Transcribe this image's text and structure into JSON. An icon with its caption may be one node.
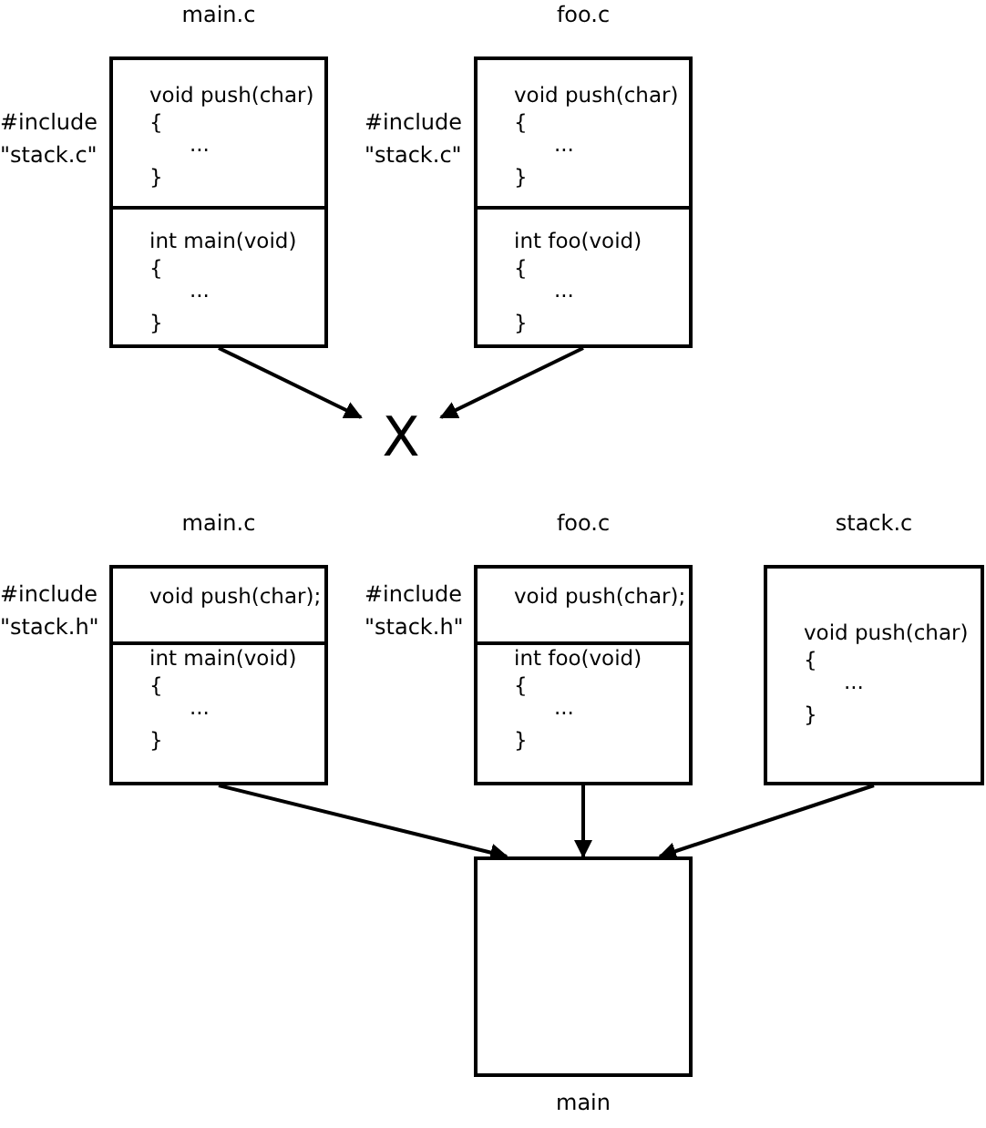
{
  "diagram": {
    "nodes": [
      {
        "text": [
          "main.c"
        ],
        "beside": [
          "#include \"stack.c\""
        ]
      },
      {
        "text": [
          "void push(char)",
          "{",
          "...",
          "}"
        ],
        "in": 0
      },
      {
        "text": [
          "int main(void)",
          "{",
          "...",
          "}"
        ],
        "in": 0
      },
      {
        "text": [
          "foo.c"
        ],
        "beside": [
          "#include \"stack.c\""
        ]
      },
      {
        "text": [
          "void push(char)",
          "{",
          "...",
          "}"
        ],
        "in": 3
      },
      {
        "text": [
          "int foo(void)",
          "{",
          "...",
          "}"
        ],
        "in": 3
      },
      {
        "text": [
          "X"
        ]
      },
      {
        "text": [
          "main.c"
        ],
        "beside": [
          "#include \"stack.h\""
        ]
      },
      {
        "text": [
          "void push(char);"
        ],
        "in": 7
      },
      {
        "text": [
          "int main(void)",
          "{",
          "...",
          "}"
        ],
        "in": 7
      },
      {
        "text": [
          "foo.c"
        ],
        "beside": [
          "#include \"stack.h\""
        ]
      },
      {
        "text": [
          "void push(char);"
        ],
        "in": 10
      },
      {
        "text": [
          "int foo(void)",
          "{",
          "...",
          "}"
        ],
        "in": 10
      },
      {
        "text": [
          "stack.c",
          "void push(char)",
          "{",
          "...",
          "}"
        ]
      },
      {
        "text": [
          "main"
        ]
      }
    ],
    "edges": [
      {
        "from": 0,
        "to": 6,
        "arrow": "to"
      },
      {
        "from": 3,
        "to": 6,
        "arrow": "to"
      },
      {
        "from": 7,
        "to": 14,
        "arrow": "to"
      },
      {
        "from": 10,
        "to": 14,
        "arrow": "to"
      },
      {
        "from": 13,
        "to": 14,
        "arrow": "to"
      }
    ]
  }
}
